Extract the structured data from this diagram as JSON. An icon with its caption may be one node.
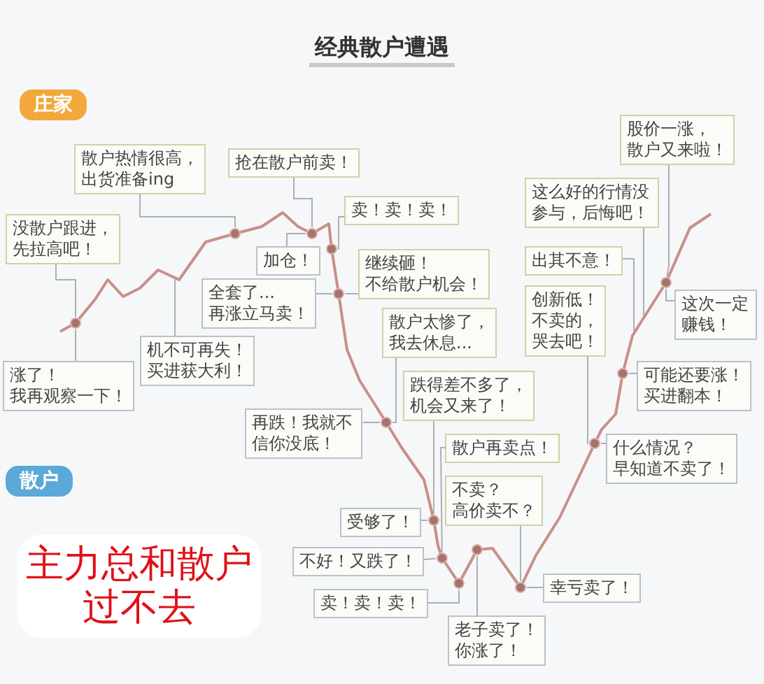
{
  "diagram": {
    "title": "经典散户遭遇",
    "nodes": [
      {
        "text": [
          "庄家"
        ]
      },
      {
        "text": [
          "散户热情很高，出货准备ing"
        ]
      },
      {
        "text": [
          "抢在散户前卖！"
        ]
      },
      {
        "text": [
          "股价一涨，散户又来啦！"
        ]
      },
      {
        "text": [
          "没散户跟进，先拉高吧！"
        ]
      },
      {
        "text": [
          "这么好的行情没参与，后悔吧！"
        ]
      },
      {
        "text": [
          "卖！卖！卖！"
        ]
      },
      {
        "text": [
          "加仓！"
        ]
      },
      {
        "text": [
          "继续砸！不给散户机会！"
        ]
      },
      {
        "text": [
          "出其不意！"
        ]
      },
      {
        "text": [
          "全套了...再涨立马卖！"
        ]
      },
      {
        "text": [
          "创新低！不卖的，哭去吧！"
        ]
      },
      {
        "text": [
          "这次一定赚钱！"
        ]
      },
      {
        "text": [
          "散户太惨了，我去休息..."
        ]
      },
      {
        "text": [
          "机不可再失！买进获大利！"
        ]
      },
      {
        "text": [
          "涨了！我再观察一下！"
        ]
      },
      {
        "text": [
          "跌得差不多了，机会又来了！"
        ]
      },
      {
        "text": [
          "可能还要涨！买进翻本！"
        ]
      },
      {
        "text": [
          "再跌！我就不信你没底！"
        ]
      },
      {
        "text": [
          "散户再卖点！"
        ]
      },
      {
        "text": [
          "什么情况？早知道不卖了！"
        ]
      },
      {
        "text": [
          "散户"
        ]
      },
      {
        "text": [
          "不卖？高价卖不？"
        ]
      },
      {
        "text": [
          "受够了！"
        ]
      },
      {
        "text": [
          "不好！又跌了！"
        ]
      },
      {
        "text": [
          "幸亏卖了！"
        ]
      },
      {
        "text": [
          "卖！卖！卖！"
        ]
      },
      {
        "text": [
          "老子卖了！你涨了！"
        ]
      },
      {
        "text": [],
        "shape": "circle"
      },
      {
        "text": [],
        "shape": "circle"
      },
      {
        "text": [],
        "shape": "circle"
      },
      {
        "text": [],
        "shape": "circle"
      },
      {
        "text": [],
        "shape": "circle"
      },
      {
        "text": [],
        "shape": "circle"
      },
      {
        "text": [],
        "shape": "circle"
      },
      {
        "text": [],
        "shape": "circle"
      },
      {
        "text": [],
        "shape": "circle"
      },
      {
        "text": [],
        "shape": "circle"
      },
      {
        "text": [],
        "shape": "circle"
      },
      {
        "text": [],
        "shape": "circle"
      },
      {
        "text": [],
        "shape": "circle"
      },
      {
        "text": [],
        "shape": "circle"
      }
    ],
    "edges": [
      {
        "from": 4,
        "to": 28,
        "arrow": "none"
      },
      {
        "from": 15,
        "to": 28,
        "arrow": "none"
      },
      {
        "from": 1,
        "to": 29,
        "arrow": "none"
      },
      {
        "from": 2,
        "to": 30,
        "arrow": "none"
      },
      {
        "from": 7,
        "to": 30,
        "arrow": "none"
      },
      {
        "from": 6,
        "to": 31,
        "arrow": "none"
      },
      {
        "from": 8,
        "to": 32,
        "arrow": "none"
      },
      {
        "from": 10,
        "to": 32,
        "arrow": "none"
      },
      {
        "from": 14,
        "to": null,
        "arrow": "none"
      },
      {
        "from": 13,
        "to": 33,
        "arrow": "none"
      },
      {
        "from": 16,
        "to": 34,
        "arrow": "none"
      },
      {
        "from": 18,
        "to": 33,
        "arrow": "none"
      },
      {
        "from": 19,
        "to": 35,
        "arrow": "none"
      },
      {
        "from": 23,
        "to": 34,
        "arrow": "none"
      },
      {
        "from": 24,
        "to": 35,
        "arrow": "none"
      },
      {
        "from": 26,
        "to": 36,
        "arrow": "none"
      },
      {
        "from": 22,
        "to": 38,
        "arrow": "none"
      },
      {
        "from": 27,
        "to": 37,
        "arrow": "none"
      },
      {
        "from": 25,
        "to": 38,
        "arrow": "none"
      },
      {
        "from": 20,
        "to": 39,
        "arrow": "none"
      },
      {
        "from": 17,
        "to": 40,
        "arrow": "none"
      },
      {
        "from": 12,
        "to": 41,
        "arrow": "none"
      },
      {
        "from": 3,
        "to": 41,
        "arrow": "none"
      },
      {
        "from": 5,
        "to": null,
        "arrow": "none"
      },
      {
        "from": 9,
        "to": null,
        "arrow": "none"
      },
      {
        "from": 11,
        "to": 39,
        "arrow": "none"
      }
    ],
    "labels": [
      "主力总和散户过不去"
    ]
  }
}
